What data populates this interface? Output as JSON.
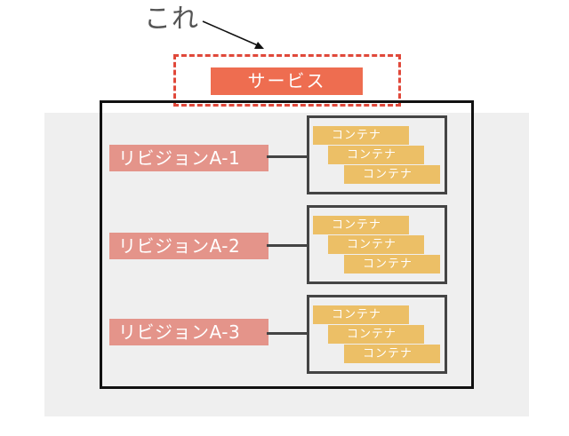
{
  "annotation": {
    "label": "これ"
  },
  "service": {
    "label": "サービス"
  },
  "revisions": [
    {
      "label": "リビジョンA-1",
      "containers": [
        "コンテナ",
        "コンテナ",
        "コンテナ"
      ]
    },
    {
      "label": "リビジョンA-2",
      "containers": [
        "コンテナ",
        "コンテナ",
        "コンテナ"
      ]
    },
    {
      "label": "リビジョンA-3",
      "containers": [
        "コンテナ",
        "コンテナ",
        "コンテナ"
      ]
    }
  ],
  "colors": {
    "service": "#ee6d50",
    "dashed_frame": "#e0483a",
    "revision": "#e4948a",
    "container": "#ecbf66",
    "background": "#efefef"
  }
}
